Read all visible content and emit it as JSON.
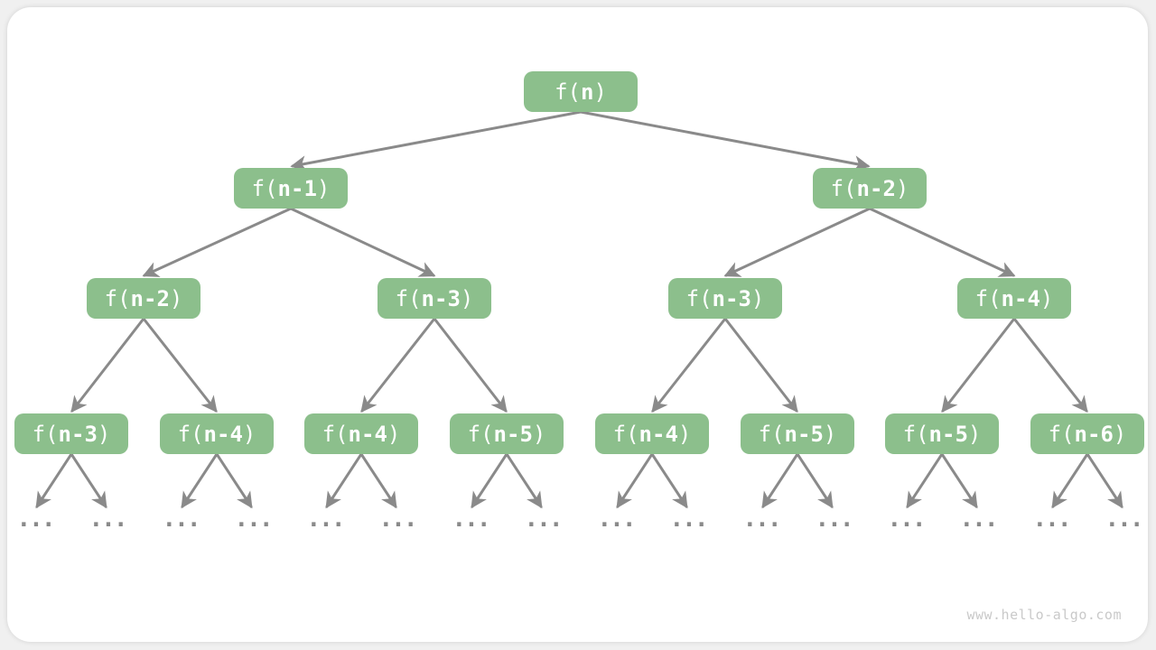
{
  "colors": {
    "node_fill": "#8cbf8c",
    "node_text": "#ffffff",
    "arrow": "#8a8a8a",
    "ellipsis": "#8a8a8a",
    "watermark": "#c9c9c9",
    "canvas_background": "#f0f0f0",
    "card_background": "#ffffff"
  },
  "node_text": {
    "prefix": "f(",
    "suffix": ")"
  },
  "nodes": [
    {
      "level": 0,
      "arg": "n"
    },
    {
      "level": 1,
      "arg": "n-1"
    },
    {
      "level": 1,
      "arg": "n-2"
    },
    {
      "level": 2,
      "arg": "n-2"
    },
    {
      "level": 2,
      "arg": "n-3"
    },
    {
      "level": 2,
      "arg": "n-3"
    },
    {
      "level": 2,
      "arg": "n-4"
    },
    {
      "level": 3,
      "arg": "n-3"
    },
    {
      "level": 3,
      "arg": "n-4"
    },
    {
      "level": 3,
      "arg": "n-4"
    },
    {
      "level": 3,
      "arg": "n-5"
    },
    {
      "level": 3,
      "arg": "n-4"
    },
    {
      "level": 3,
      "arg": "n-5"
    },
    {
      "level": 3,
      "arg": "n-5"
    },
    {
      "level": 3,
      "arg": "n-6"
    }
  ],
  "leaf_label": "...",
  "watermark": "www.hello-algo.com"
}
